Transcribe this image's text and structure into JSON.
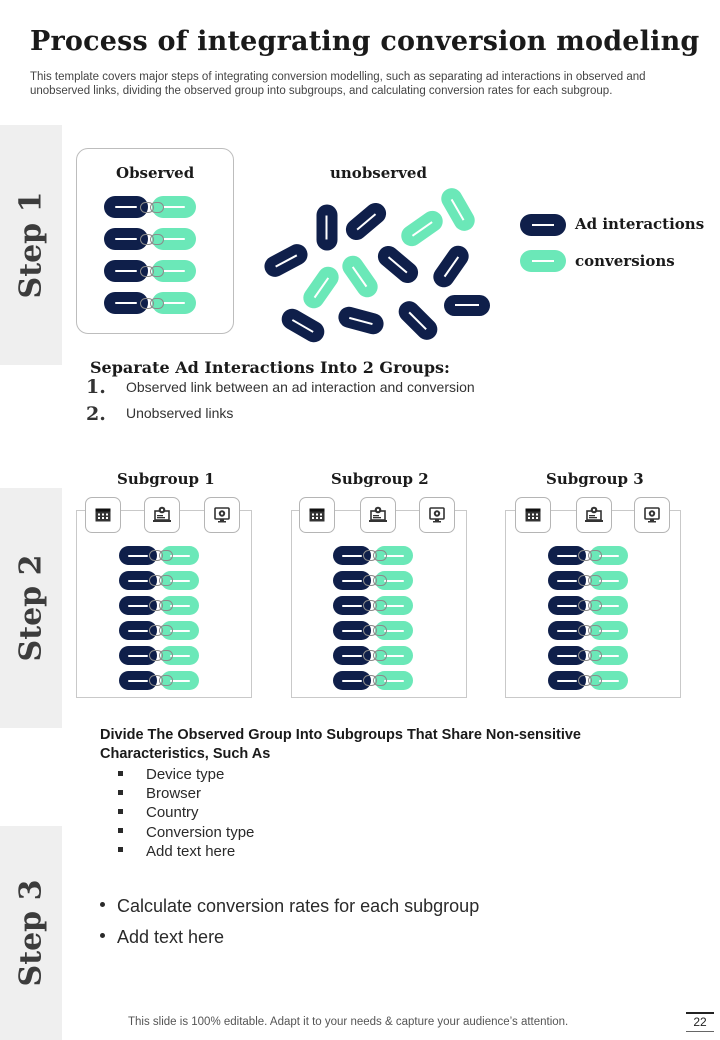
{
  "title": "Process of integrating conversion modeling",
  "subtitle": "This template covers major steps of integrating conversion modelling, such as separating ad interactions in observed and unobserved links, dividing the observed group into subgroups,  and calculating conversion rates for each subgroup.",
  "colors": {
    "navy": "#0f1f4a",
    "mint": "#6be8b8",
    "band": "#efefef"
  },
  "step1": {
    "label": "Step 1",
    "observed_label": "Observed",
    "unobserved_label": "unobserved",
    "legend": [
      {
        "label": "Ad interactions",
        "color": "#0f1f4a"
      },
      {
        "label": "conversions",
        "color": "#6be8b8"
      }
    ],
    "heading": "Separate Ad Interactions Into 2 Groups:",
    "items": [
      {
        "num": "1.",
        "text": "Observed link between an ad interaction and conversion"
      },
      {
        "num": "2.",
        "text": "Unobserved links"
      }
    ]
  },
  "step2": {
    "label": "Step 2",
    "subgroups": [
      {
        "title": "Subgroup 1"
      },
      {
        "title": "Subgroup 2"
      },
      {
        "title": "Subgroup 3"
      }
    ],
    "device_icons": [
      "calendar-grid-icon",
      "laptop-gear-icon",
      "monitor-gear-icon"
    ],
    "heading": "Divide The Observed Group Into Subgroups That Share Non-sensitive Characteristics, Such As",
    "items": [
      "Device type",
      "Browser",
      "Country",
      "Conversion type",
      "Add text here"
    ]
  },
  "step3": {
    "label": "Step 3",
    "items": [
      "Calculate conversion rates for each subgroup",
      "Add text here"
    ]
  },
  "footer": {
    "text": "This slide is 100% editable. Adapt it to your needs & capture your audience’s attention.",
    "page": "22"
  }
}
